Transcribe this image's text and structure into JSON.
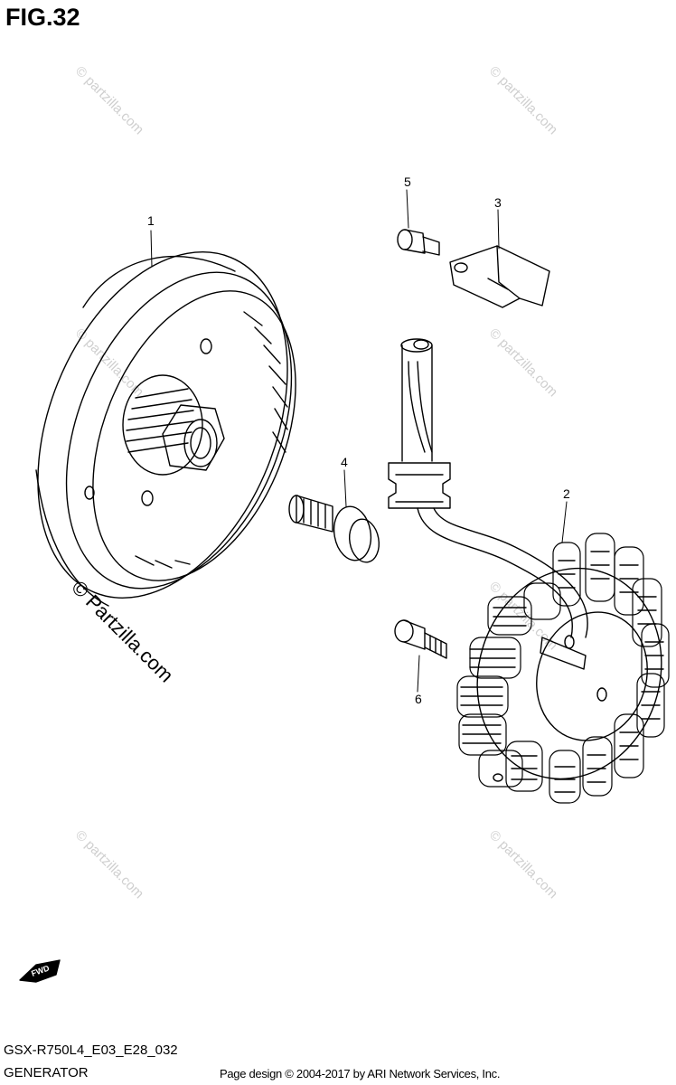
{
  "figure": {
    "title": "FIG.32",
    "code": "GSX-R750L4_E03_E28_032",
    "name": "GENERATOR"
  },
  "callouts": [
    "1",
    "2",
    "3",
    "4",
    "5",
    "6"
  ],
  "arrow_label": "FWD",
  "watermark": {
    "small": "© partzilla.com",
    "large": "© Partzilla.com"
  },
  "credit": "Page design © 2004-2017 by ARI Network Services, Inc."
}
